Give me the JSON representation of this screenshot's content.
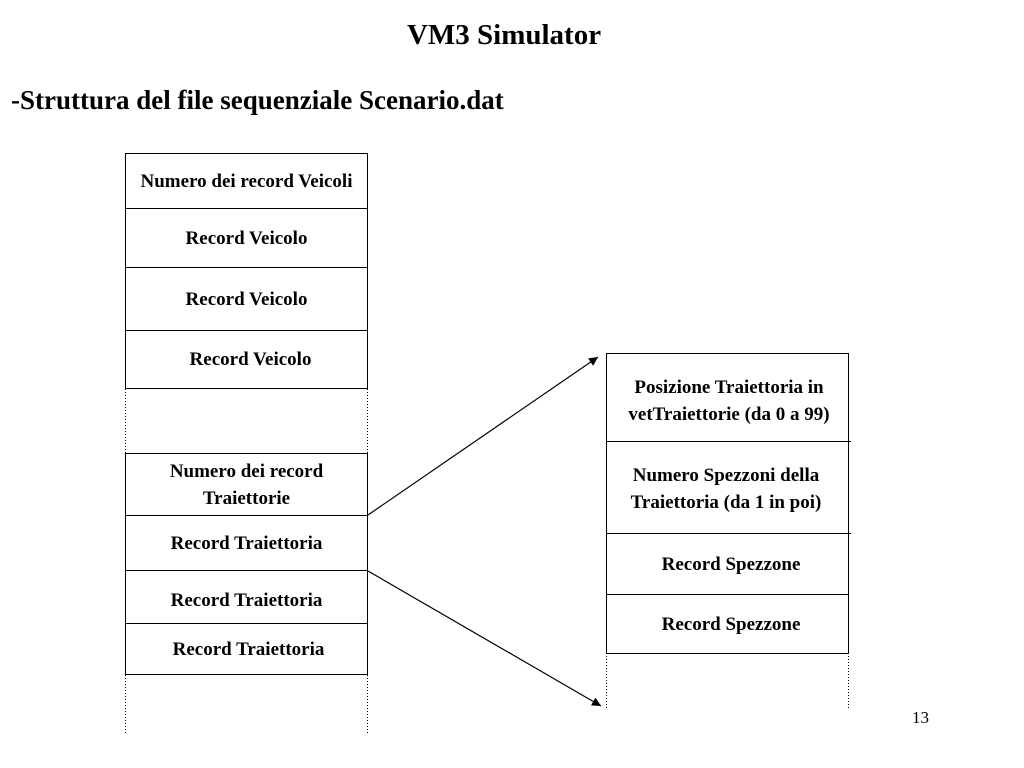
{
  "slide": {
    "title": "VM3 Simulator",
    "subtitle": "-Struttura del file sequenziale Scenario.dat",
    "page_number": "13"
  },
  "left_column": {
    "vehicle_section": {
      "header": "Numero dei record Veicoli",
      "records": [
        "Record Veicolo",
        "Record Veicolo",
        "Record Veicolo"
      ]
    },
    "trajectory_section": {
      "header": "Numero dei record Traiettorie",
      "records": [
        "Record Traiettoria",
        "Record Traiettoria",
        "Record Traiettoria"
      ]
    }
  },
  "right_column": {
    "trajectory_position": "Posizione Traiettoria in vetTraiettorie (da 0 a 99)",
    "segment_count": "Numero Spezzoni della Traiettoria (da 1 in poi)",
    "records": [
      "Record Spezzone",
      "Record Spezzone"
    ]
  }
}
